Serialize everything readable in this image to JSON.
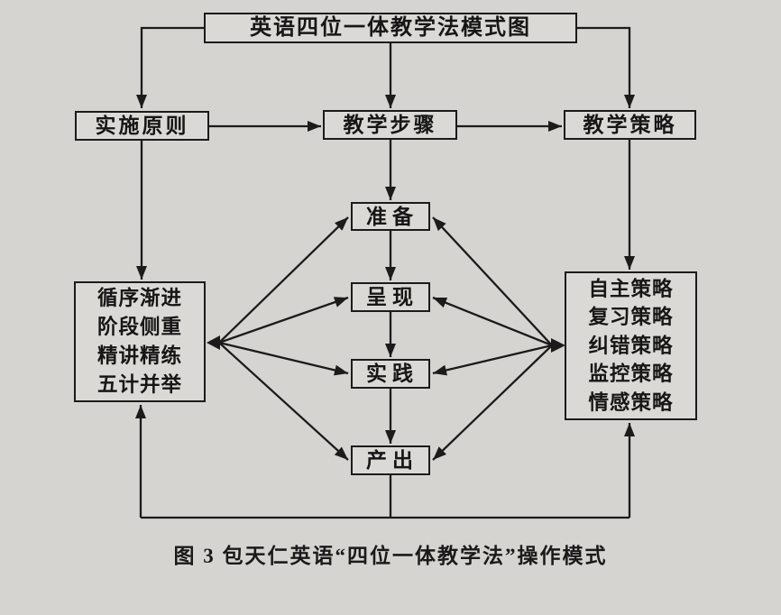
{
  "diagram": {
    "title_box": "英语四位一体教学法模式图",
    "row2": {
      "left": "实施原则",
      "center": "教学步骤",
      "right": "教学策略"
    },
    "steps": [
      "准备",
      "呈现",
      "实践",
      "产出"
    ],
    "principles": {
      "lines": [
        "循序渐进",
        "阶段侧重",
        "精讲精练",
        "五计并举"
      ]
    },
    "strategies": {
      "lines": [
        "自主策略",
        "复习策略",
        "纠错策略",
        "监控策略",
        "情感策略"
      ]
    },
    "caption": "图 3  包天仁英语“四位一体教学法”操作模式",
    "colors": {
      "background": "#d6d4d1",
      "box_fill": "#dbd9d6",
      "line": "#1b1b1b",
      "text": "#161616"
    }
  }
}
